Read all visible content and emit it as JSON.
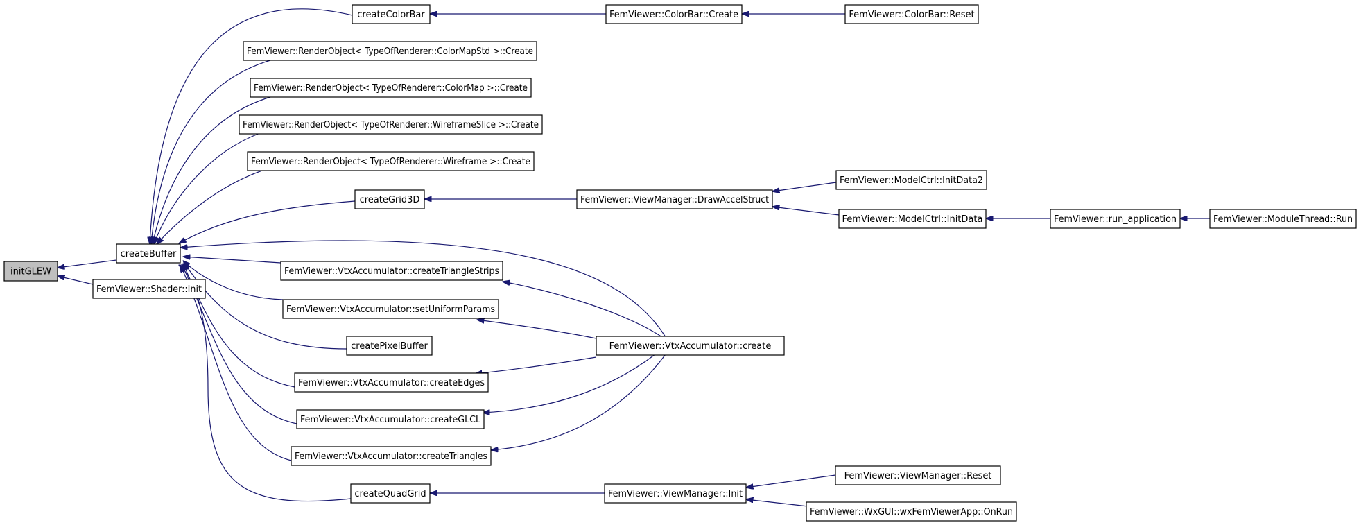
{
  "diagram": {
    "nodes": [
      {
        "id": "initGLEW",
        "label": "initGLEW",
        "focus": true
      },
      {
        "id": "createBuffer",
        "label": "createBuffer"
      },
      {
        "id": "shaderInit",
        "label": "FemViewer::Shader::Init"
      },
      {
        "id": "createColorBar",
        "label": "createColorBar"
      },
      {
        "id": "colorBarCreate",
        "label": "FemViewer::ColorBar::Create"
      },
      {
        "id": "colorBarReset",
        "label": "FemViewer::ColorBar::Reset"
      },
      {
        "id": "roColorMapStd",
        "label": "FemViewer::RenderObject< TypeOfRenderer::ColorMapStd >::Create"
      },
      {
        "id": "roColorMap",
        "label": "FemViewer::RenderObject< TypeOfRenderer::ColorMap >::Create"
      },
      {
        "id": "roWireframeSlice",
        "label": "FemViewer::RenderObject< TypeOfRenderer::WireframeSlice >::Create"
      },
      {
        "id": "roWireframe",
        "label": "FemViewer::RenderObject< TypeOfRenderer::Wireframe >::Create"
      },
      {
        "id": "createGrid3D",
        "label": "createGrid3D"
      },
      {
        "id": "drawAccelStruct",
        "label": "FemViewer::ViewManager::DrawAccelStruct"
      },
      {
        "id": "initData2",
        "label": "FemViewer::ModelCtrl::InitData2"
      },
      {
        "id": "initData",
        "label": "FemViewer::ModelCtrl::InitData"
      },
      {
        "id": "runApplication",
        "label": "FemViewer::run_application"
      },
      {
        "id": "moduleThreadRun",
        "label": "FemViewer::ModuleThread::Run"
      },
      {
        "id": "createTriangleStrips",
        "label": "FemViewer::VtxAccumulator::createTriangleStrips"
      },
      {
        "id": "setUniformParams",
        "label": "FemViewer::VtxAccumulator::setUniformParams"
      },
      {
        "id": "createPixelBuffer",
        "label": "createPixelBuffer"
      },
      {
        "id": "vtxCreate",
        "label": "FemViewer::VtxAccumulator::create"
      },
      {
        "id": "createEdges",
        "label": "FemViewer::VtxAccumulator::createEdges"
      },
      {
        "id": "createGLCL",
        "label": "FemViewer::VtxAccumulator::createGLCL"
      },
      {
        "id": "createTriangles",
        "label": "FemViewer::VtxAccumulator::createTriangles"
      },
      {
        "id": "createQuadGrid",
        "label": "createQuadGrid"
      },
      {
        "id": "viewManagerInit",
        "label": "FemViewer::ViewManager::Init"
      },
      {
        "id": "viewManagerReset",
        "label": "FemViewer::ViewManager::Reset"
      },
      {
        "id": "onRun",
        "label": "FemViewer::WxGUI::wxFemViewerApp::OnRun"
      }
    ],
    "edges": [
      {
        "from": "createBuffer",
        "to": "initGLEW"
      },
      {
        "from": "shaderInit",
        "to": "initGLEW"
      },
      {
        "from": "createColorBar",
        "to": "createBuffer"
      },
      {
        "from": "roColorMapStd",
        "to": "createBuffer"
      },
      {
        "from": "roColorMap",
        "to": "createBuffer"
      },
      {
        "from": "roWireframeSlice",
        "to": "createBuffer"
      },
      {
        "from": "roWireframe",
        "to": "createBuffer"
      },
      {
        "from": "createGrid3D",
        "to": "createBuffer"
      },
      {
        "from": "vtxCreate",
        "to": "createBuffer"
      },
      {
        "from": "createTriangleStrips",
        "to": "createBuffer"
      },
      {
        "from": "setUniformParams",
        "to": "createBuffer"
      },
      {
        "from": "createPixelBuffer",
        "to": "createBuffer"
      },
      {
        "from": "createEdges",
        "to": "createBuffer"
      },
      {
        "from": "createGLCL",
        "to": "createBuffer"
      },
      {
        "from": "createTriangles",
        "to": "createBuffer"
      },
      {
        "from": "createQuadGrid",
        "to": "createBuffer"
      },
      {
        "from": "colorBarCreate",
        "to": "createColorBar"
      },
      {
        "from": "colorBarReset",
        "to": "colorBarCreate"
      },
      {
        "from": "drawAccelStruct",
        "to": "createGrid3D"
      },
      {
        "from": "initData2",
        "to": "drawAccelStruct"
      },
      {
        "from": "initData",
        "to": "drawAccelStruct"
      },
      {
        "from": "runApplication",
        "to": "initData"
      },
      {
        "from": "moduleThreadRun",
        "to": "runApplication"
      },
      {
        "from": "vtxCreate",
        "to": "createTriangleStrips"
      },
      {
        "from": "vtxCreate",
        "to": "setUniformParams"
      },
      {
        "from": "vtxCreate",
        "to": "createEdges"
      },
      {
        "from": "vtxCreate",
        "to": "createGLCL"
      },
      {
        "from": "vtxCreate",
        "to": "createTriangles"
      },
      {
        "from": "viewManagerInit",
        "to": "createQuadGrid"
      },
      {
        "from": "viewManagerReset",
        "to": "viewManagerInit"
      },
      {
        "from": "onRun",
        "to": "viewManagerInit"
      }
    ],
    "colors": {
      "edge": "#191970",
      "focus_fill": "#bfbfbf",
      "node_fill": "#ffffff",
      "border": "#000000"
    }
  }
}
